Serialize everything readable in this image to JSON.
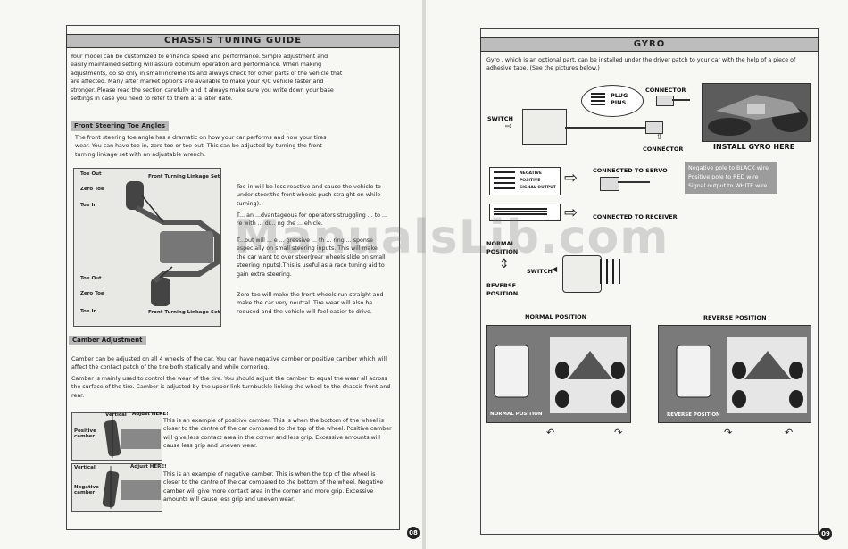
{
  "left": {
    "title": "CHASSIS TUNING GUIDE",
    "intro": "Your model can be customized to enhance speed and performance. Simple adjustment and easily maintained setting will assure optimum operation and performance. When making adjustments, do so only in small increments and always check for other parts of the vehicle that are affected. Many after market options are available to make your R/C vehicle faster and stronger. Please read the section carefully and it always make sure you write down your base settings in case you need to refer to them at a later date.",
    "toe_title": "Front Steering Toe Angles",
    "toe_intro": "The front steering toe angle has a dramatic on how your car performs and how your tires wear. You can have toe-in, zero toe or toe-out. This can be adjusted by turning the front turning linkage set with an adjustable wrench.",
    "toe_labels": {
      "toe_out_top": "Toe Out",
      "zero_toe_top": "Zero Toe",
      "toe_in_top": "Toe In",
      "linkage_top": "Front Turning Linkage Set",
      "toe_out_bottom": "Toe Out",
      "zero_toe_bottom": "Zero Toe",
      "toe_in_bottom": "Toe In",
      "linkage_bottom": "Front Turning Linkage Set"
    },
    "toe_desc1": "Toe-in will be less reactive and cause the vehicle to under steer.the front wheels push straight on while turning).",
    "toe_desc2": "T... an ...dvantageous for operators struggling ... to ... re with ... dr... ng the ... ehicle.",
    "toe_desc3": "T...out will ... e ... gressive ... th ... ring ... sponse especially on small steering inputs. This will make the car want to over steer(rear wheels slide on small steering inputs).This is useful as a race tuning aid to gain extra steering.",
    "toe_desc4": "Zero toe will make the front wheels run straight and make the car very neutral. Tire wear will also be reduced and the vehicle will feel easier to drive.",
    "camber_title": "Camber Adjustment",
    "camber_p1": "Camber can be adjusted on all 4 wheels of the car. You can have negative camber or positive camber which will affect the contact patch of the tire both statically and while cornering.",
    "camber_p2": "Camber is mainly used to control the wear of the tire. You should adjust the camber to equal the wear all across the surface of the tire. Camber is adjusted by the upper link turnbuckle linking the wheel to the chassis front and rear.",
    "pos_labels": {
      "vertical": "Vertical",
      "adjust": "Adjust HERE!",
      "side": "Positive camber"
    },
    "pos_text": "This is an example of positive camber. This is when the bottom of the wheel is closer to the centre of the car compared to the top of the wheel. Positive camber will give less contact area in the corner and less grip. Excessive amounts will cause less grip and uneven wear.",
    "neg_labels": {
      "vertical": "Vertical",
      "adjust": "Adjust HERE!",
      "side": "Negative camber"
    },
    "neg_text": "This is an example of negative camber. This is when the top of the wheel is closer to the centre of the car compared to the bottom of the wheel. Negative camber will give more contact area in the corner and more grip. Excessive amounts will cause less grip and uneven wear.",
    "page_number": "08"
  },
  "right": {
    "title": "GYRO",
    "intro": "Gyro , which is an optional part, can be installed under the driver patch to your car with the help of a piece of adhesive tape. (See the pictures below.)",
    "labels": {
      "plug_pins": "PLUG PINS",
      "connector_top": "CONNECTOR",
      "switch": "SWITCH",
      "connector_bottom": "CONNECTOR",
      "install": "INSTALL GYRO HERE",
      "negative": "NEGATIVE",
      "positive": "POSITIVE",
      "signal": "SIGNAL OUTPUT",
      "to_servo": "CONNECTED TO SERVO",
      "to_receiver": "CONNECTED TO RECEIVER",
      "normal_position": "NORMAL POSITION",
      "reverse_position": "REVERSE POSITION",
      "switch2": "SWITCH",
      "normal_heading": "NORMAL POSITION",
      "reverse_heading": "REVERSE POSITION",
      "normal_caption": "NORMAL POSITION",
      "reverse_caption": "REVERSE POSITION"
    },
    "wire_notes": [
      "Negative pole to BLACK wire",
      "Positive pole to RED wire",
      "Signal output to WHITE wire"
    ],
    "page_number": "09"
  },
  "watermark": "ManualsLib.com"
}
